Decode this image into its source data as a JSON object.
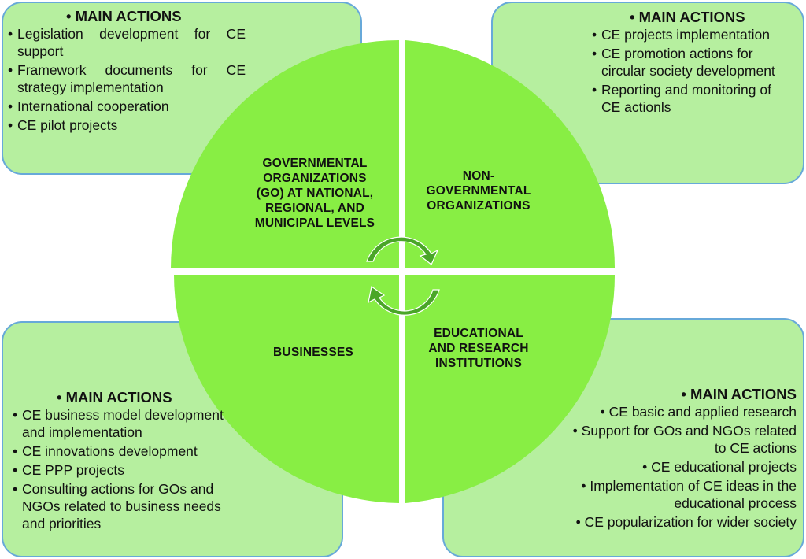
{
  "colors": {
    "box_fill": "#b6ef9f",
    "box_border": "#67a9d9",
    "quadrant_fill": "#88ee44",
    "arrow_fill": "#4aa628"
  },
  "quadrants": {
    "go": [
      "GOVERNMENTAL",
      "ORGANIZATIONS",
      "(GO) AT NATIONAL,",
      "REGIONAL, AND",
      "MUNICIPAL LEVELS"
    ],
    "ngo": [
      "NON-",
      "GOVERNMENTAL",
      "ORGANIZATIONS"
    ],
    "businesses": [
      "BUSINESSES"
    ],
    "education": [
      "EDUCATIONAL",
      "AND RESEARCH",
      "INSTITUTIONS"
    ]
  },
  "boxes": {
    "top_left": {
      "heading": "MAIN ACTIONS",
      "items": [
        "Legislation development for CE support",
        "Framework documents for CE strategy implementation",
        "International cooperation",
        "CE pilot projects"
      ]
    },
    "top_right": {
      "heading": "MAIN ACTIONS",
      "items": [
        "CE projects implementation",
        "CE promotion actions for circular society development",
        "Reporting and monitoring of CE actionls"
      ]
    },
    "bottom_left": {
      "heading": "MAIN ACTIONS",
      "items": [
        "CE business model development and implementation",
        "CE innovations development",
        "CE PPP projects",
        "Consulting actions for GOs and NGOs related to business needs and priorities"
      ]
    },
    "bottom_right": {
      "heading": "MAIN ACTIONS",
      "items": [
        "CE basic and applied research",
        "Support for GOs and NGOs related to CE actions",
        "CE educational projects",
        "Implementation of CE ideas in the educational process",
        "CE popularization for wider society"
      ]
    }
  },
  "icons": [
    "bullet",
    "cycle-arrow-icon"
  ]
}
